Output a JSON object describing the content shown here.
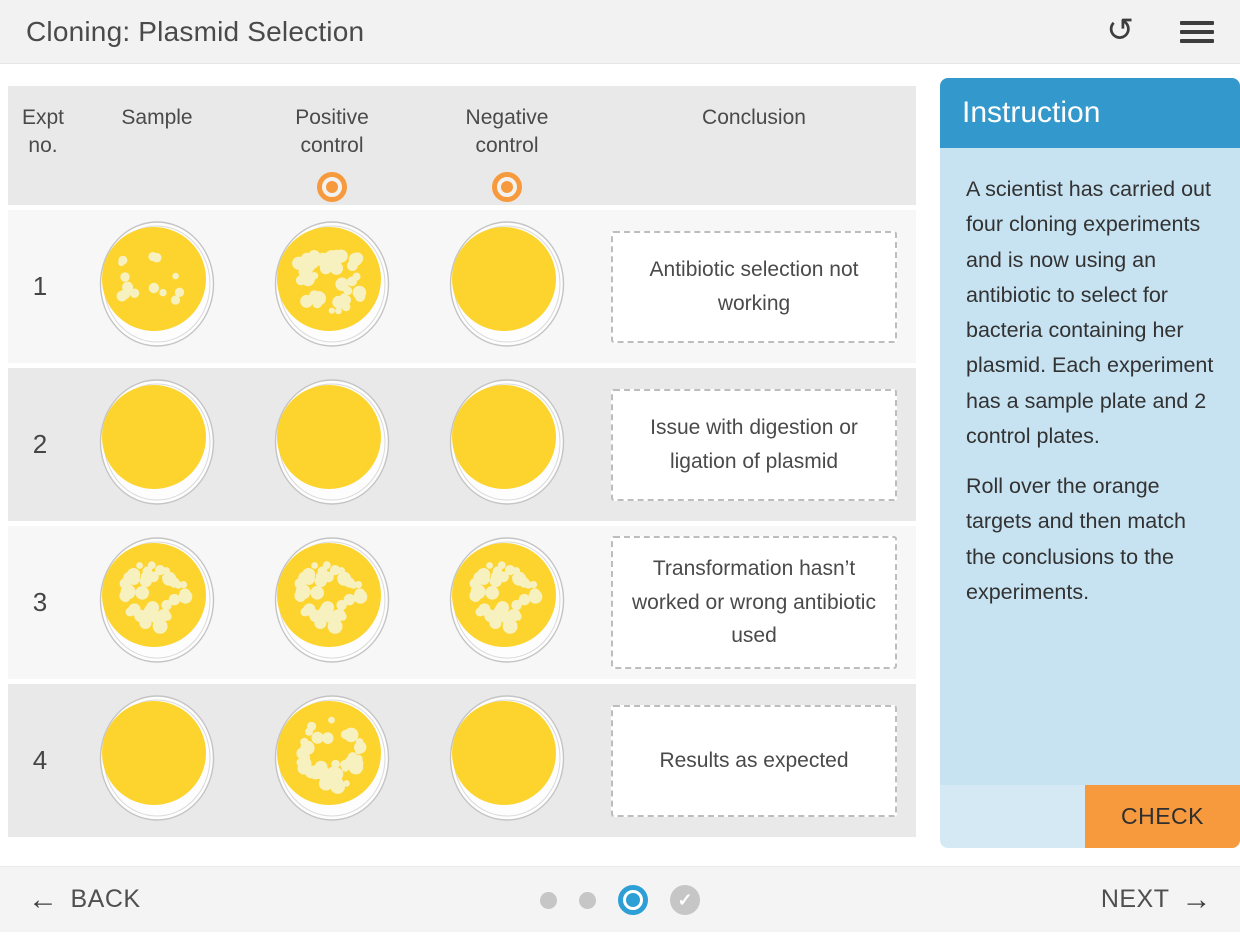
{
  "header": {
    "title": "Cloning: Plasmid Selection"
  },
  "icons": {
    "reset": "reset-icon",
    "menu": "hamburger-menu-icon",
    "back_arrow": "←",
    "next_arrow": "→",
    "check_mark": "✓",
    "reset_glyph": "↺"
  },
  "table": {
    "columns": {
      "expt": "Expt no.",
      "sample": "Sample",
      "positive": "Positive control",
      "negative": "Negative control",
      "conclusion": "Conclusion"
    },
    "rows": [
      {
        "expt_no": "1",
        "plates": {
          "sample": "sparse",
          "positive": "dense",
          "negative": "none"
        },
        "conclusion": "Antibiotic selection not working"
      },
      {
        "expt_no": "2",
        "plates": {
          "sample": "none",
          "positive": "none",
          "negative": "none"
        },
        "conclusion": "Issue with digestion or ligation of plasmid"
      },
      {
        "expt_no": "3",
        "plates": {
          "sample": "dense",
          "positive": "dense",
          "negative": "dense"
        },
        "conclusion": "Transformation hasn’t worked or wrong antibiotic used"
      },
      {
        "expt_no": "4",
        "plates": {
          "sample": "none",
          "positive": "dense",
          "negative": "none"
        },
        "conclusion": "Results as expected"
      }
    ]
  },
  "instruction": {
    "title": "Instruction",
    "paragraphs": [
      "A scientist has carried out four cloning experiments and is now using an antibiotic to select for bacteria containing her plasmid. Each experiment has a sample plate and 2 control plates.",
      "Roll over the orange targets and then match the conclusions to the experiments."
    ],
    "check_label": "CHECK"
  },
  "footer": {
    "back_label": "BACK",
    "next_label": "NEXT",
    "progress": [
      "inactive",
      "inactive",
      "active",
      "done"
    ]
  },
  "colors": {
    "accent_orange": "#f79a3d",
    "instruction_header_blue": "#3399cc",
    "instruction_body_blue": "#c7e2f1",
    "instruction_footer_blue": "#d4e9f4",
    "active_dot_blue": "#2e9fd4",
    "plate_agar_yellow": "#fcd42d",
    "colony_cream": "#f7f1c0",
    "row_gray": "#e9e9e9",
    "row_light": "#f7f7f7"
  }
}
